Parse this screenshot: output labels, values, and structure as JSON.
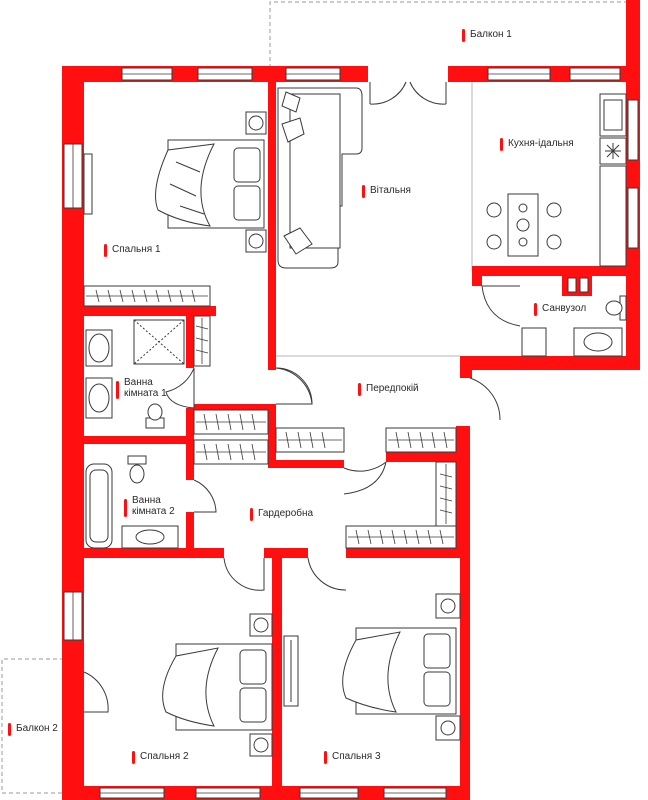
{
  "colors": {
    "wall": "#ff0f0f",
    "line": "#3a3a3a",
    "marker": "#ff0f0f",
    "background": "#ffffff"
  },
  "rooms": {
    "balcony1": "Балкон 1",
    "kitchen": "Кухня-ідальня",
    "living": "Вітальня",
    "bedroom1": "Спальня 1",
    "wc": "Санвузол",
    "bath1_line1": "Ванна",
    "bath1_line2": "кімната 1",
    "hall": "Передпокій",
    "bath2_line1": "Ванна",
    "bath2_line2": "кімната 2",
    "wardrobe": "Гардеробна",
    "bedroom2": "Спальня 2",
    "bedroom3": "Спальня 3",
    "balcony2": "Балкон 2"
  }
}
